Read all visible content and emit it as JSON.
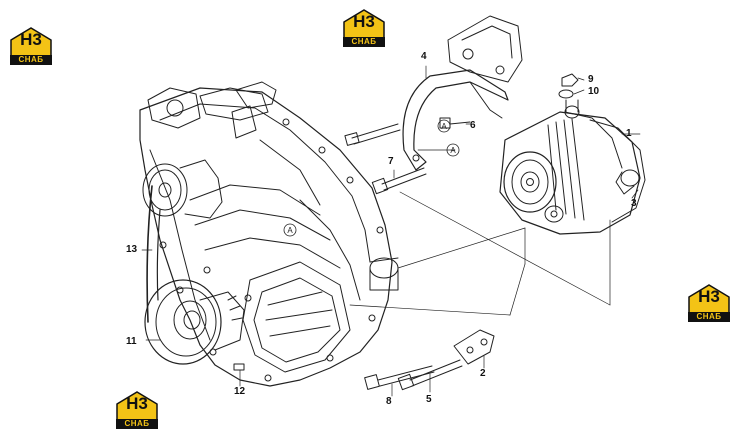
{
  "brand": {
    "mark": "H3",
    "word": "CHAБ",
    "colors": {
      "badge": "#f3c316",
      "text": "#111111"
    }
  },
  "callouts": [
    {
      "id": "1",
      "label": "1"
    },
    {
      "id": "2",
      "label": "2"
    },
    {
      "id": "3",
      "label": "3"
    },
    {
      "id": "4",
      "label": "4"
    },
    {
      "id": "5",
      "label": "5"
    },
    {
      "id": "6",
      "label": "6"
    },
    {
      "id": "7",
      "label": "7"
    },
    {
      "id": "8",
      "label": "8"
    },
    {
      "id": "9",
      "label": "9"
    },
    {
      "id": "10",
      "label": "10"
    },
    {
      "id": "11",
      "label": "11"
    },
    {
      "id": "12",
      "label": "12"
    },
    {
      "id": "13",
      "label": "13"
    }
  ],
  "reference_marks": [
    "A",
    "A",
    "A"
  ]
}
